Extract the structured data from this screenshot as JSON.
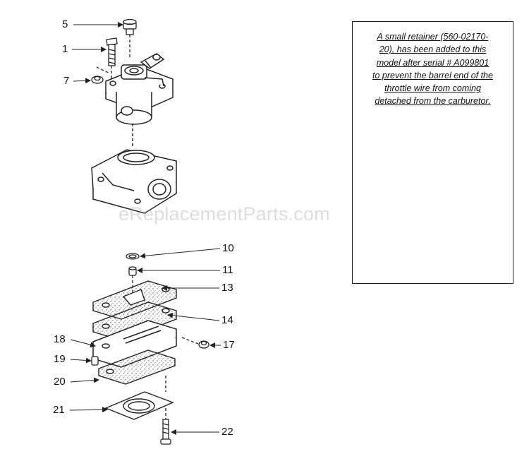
{
  "callouts": [
    {
      "id": "c5",
      "text": "5"
    },
    {
      "id": "c1",
      "text": "1"
    },
    {
      "id": "c7",
      "text": "7"
    },
    {
      "id": "c10",
      "text": "10"
    },
    {
      "id": "c11",
      "text": "11"
    },
    {
      "id": "c13",
      "text": "13"
    },
    {
      "id": "c14",
      "text": "14"
    },
    {
      "id": "c17",
      "text": "17"
    },
    {
      "id": "c18",
      "text": "18"
    },
    {
      "id": "c19",
      "text": "19"
    },
    {
      "id": "c20",
      "text": "20"
    },
    {
      "id": "c21",
      "text": "21"
    },
    {
      "id": "c22",
      "text": "22"
    }
  ],
  "note": {
    "lines": [
      "A small retainer (560-02170-",
      "20), has been added to this",
      "model after serial # A099801",
      "to prevent the barrel end of the",
      "throttle wire from coming",
      "detached from the carburetor."
    ]
  },
  "watermark": "eReplacementParts.com",
  "colors": {
    "line": "#222222",
    "paper": "#ffffff",
    "speckle": "#555555"
  }
}
